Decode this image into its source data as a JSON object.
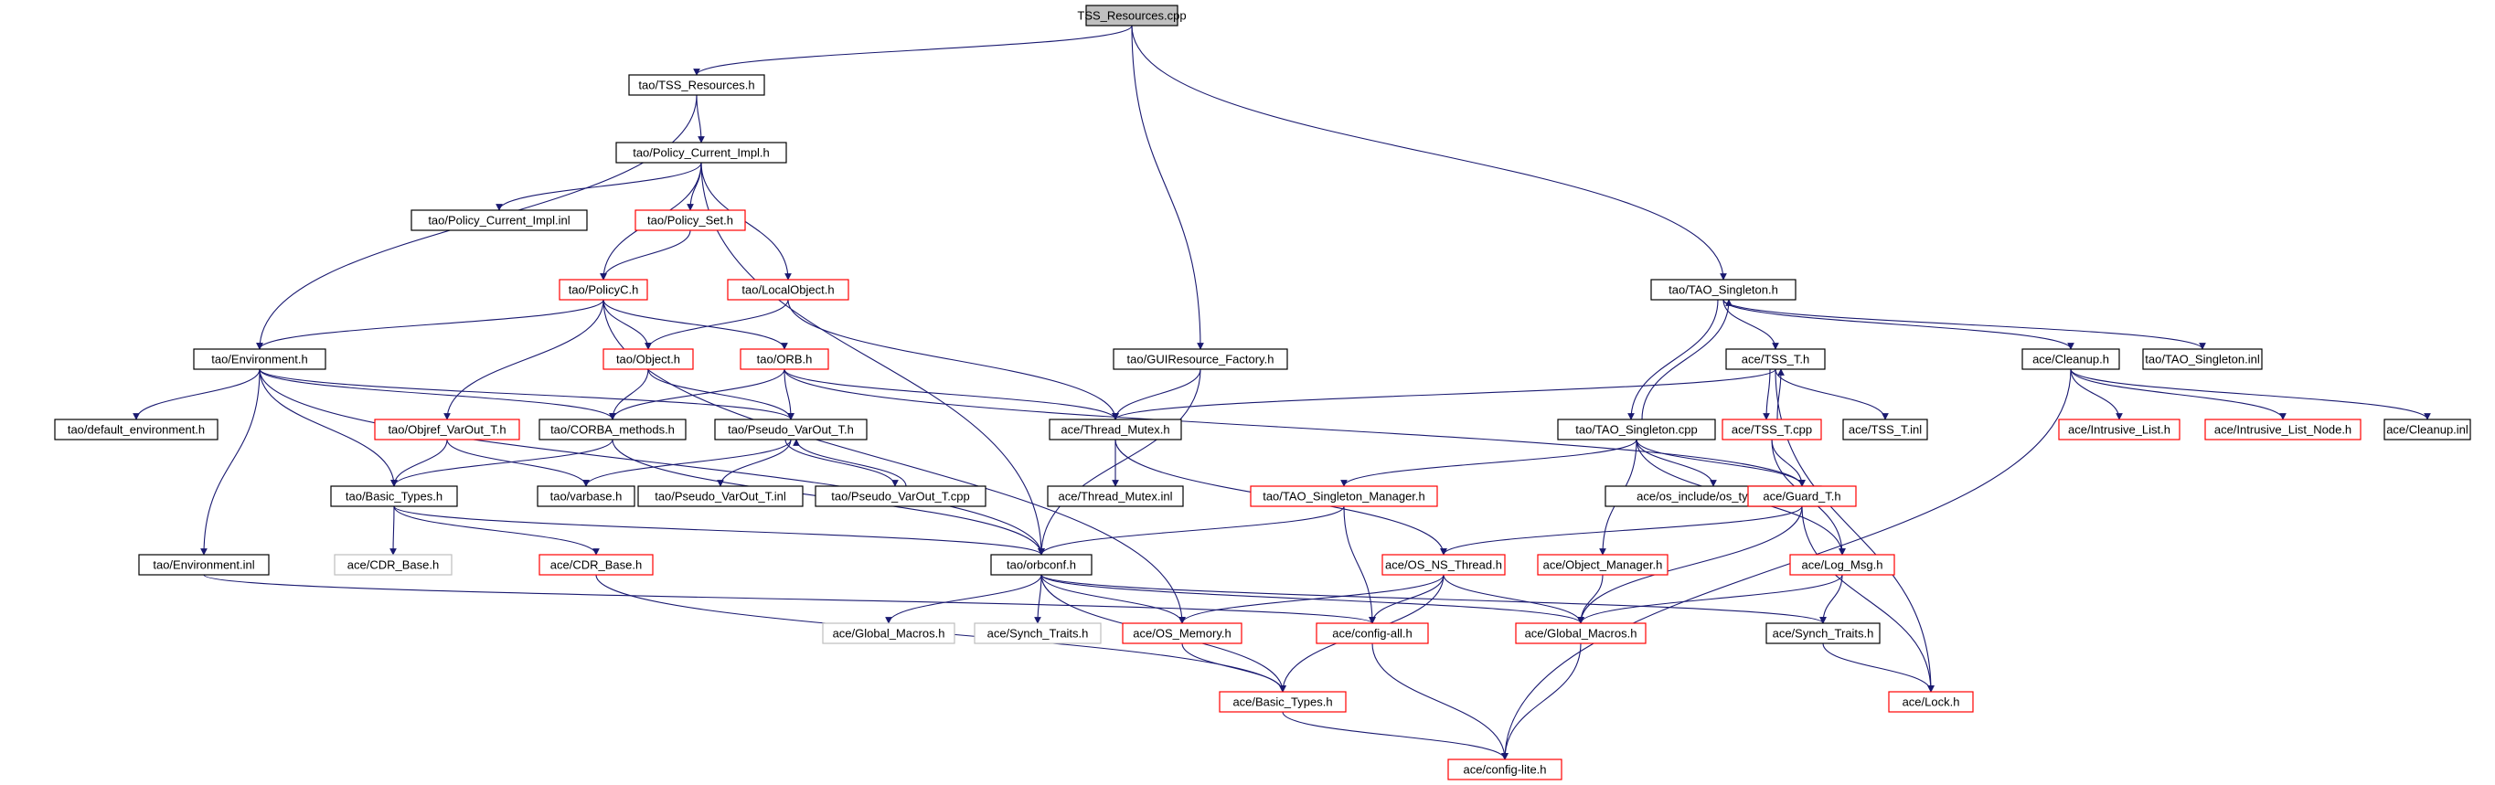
{
  "diagram": {
    "colors": {
      "edge": "#191970",
      "root_fill": "#bfbfbf",
      "documented_border": "#000000",
      "undocumented_border": "#ff0000",
      "external_border": "#bfbfbf"
    },
    "nodes": [
      {
        "id": "n0",
        "label": "TSS_Resources.cpp",
        "kind": "root"
      },
      {
        "id": "n1",
        "label": "tao/TSS_Resources.h",
        "kind": "black"
      },
      {
        "id": "n2",
        "label": "tao/Policy_Current_Impl.h",
        "kind": "black"
      },
      {
        "id": "n3",
        "label": "tao/Policy_Current_Impl.inl",
        "kind": "black"
      },
      {
        "id": "n4",
        "label": "tao/Policy_Set.h",
        "kind": "red"
      },
      {
        "id": "n5",
        "label": "tao/PolicyC.h",
        "kind": "red"
      },
      {
        "id": "n6",
        "label": "tao/LocalObject.h",
        "kind": "red"
      },
      {
        "id": "n7",
        "label": "tao/Environment.h",
        "kind": "black"
      },
      {
        "id": "n8",
        "label": "tao/Object.h",
        "kind": "red"
      },
      {
        "id": "n9",
        "label": "tao/ORB.h",
        "kind": "red"
      },
      {
        "id": "n10",
        "label": "tao/default_environment.h",
        "kind": "black"
      },
      {
        "id": "n11",
        "label": "tao/Objref_VarOut_T.h",
        "kind": "red"
      },
      {
        "id": "n12",
        "label": "tao/CORBA_methods.h",
        "kind": "black"
      },
      {
        "id": "n13",
        "label": "tao/Pseudo_VarOut_T.h",
        "kind": "black"
      },
      {
        "id": "n14",
        "label": "tao/Basic_Types.h",
        "kind": "black"
      },
      {
        "id": "n15",
        "label": "tao/varbase.h",
        "kind": "black"
      },
      {
        "id": "n16",
        "label": "tao/Pseudo_VarOut_T.inl",
        "kind": "black"
      },
      {
        "id": "n17",
        "label": "tao/Pseudo_VarOut_T.cpp",
        "kind": "black"
      },
      {
        "id": "n18",
        "label": "tao/Environment.inl",
        "kind": "black"
      },
      {
        "id": "n19",
        "label": "ace/CDR_Base.h",
        "kind": "gray"
      },
      {
        "id": "n20",
        "label": "ace/CDR_Base.h",
        "kind": "red"
      },
      {
        "id": "n21",
        "label": "tao/GUIResource_Factory.h",
        "kind": "black"
      },
      {
        "id": "n22",
        "label": "ace/Thread_Mutex.h",
        "kind": "black"
      },
      {
        "id": "n23",
        "label": "ace/Thread_Mutex.inl",
        "kind": "black"
      },
      {
        "id": "n24",
        "label": "tao/orbconf.h",
        "kind": "black"
      },
      {
        "id": "n25",
        "label": "ace/Global_Macros.h",
        "kind": "gray"
      },
      {
        "id": "n26",
        "label": "ace/Synch_Traits.h",
        "kind": "gray"
      },
      {
        "id": "n27",
        "label": "ace/OS_Memory.h",
        "kind": "red"
      },
      {
        "id": "n28",
        "label": "ace/config-all.h",
        "kind": "red"
      },
      {
        "id": "n29",
        "label": "ace/Global_Macros.h",
        "kind": "red"
      },
      {
        "id": "n30",
        "label": "ace/Basic_Types.h",
        "kind": "red"
      },
      {
        "id": "n31",
        "label": "ace/config-lite.h",
        "kind": "red"
      },
      {
        "id": "n32",
        "label": "tao/TAO_Singleton.h",
        "kind": "black"
      },
      {
        "id": "n33",
        "label": "ace/TSS_T.h",
        "kind": "black"
      },
      {
        "id": "n34",
        "label": "tao/TAO_Singleton.cpp",
        "kind": "black"
      },
      {
        "id": "n35",
        "label": "ace/TSS_T.cpp",
        "kind": "red"
      },
      {
        "id": "n36",
        "label": "ace/TSS_T.inl",
        "kind": "black"
      },
      {
        "id": "n37",
        "label": "tao/TAO_Singleton_Manager.h",
        "kind": "red"
      },
      {
        "id": "n38",
        "label": "ace/os_include/os_typeinfo.h",
        "kind": "black"
      },
      {
        "id": "n39",
        "label": "ace/Guard_T.h",
        "kind": "red"
      },
      {
        "id": "n40",
        "label": "ace/OS_NS_Thread.h",
        "kind": "red"
      },
      {
        "id": "n41",
        "label": "ace/Object_Manager.h",
        "kind": "red"
      },
      {
        "id": "n42",
        "label": "ace/Log_Msg.h",
        "kind": "red"
      },
      {
        "id": "n43",
        "label": "ace/Synch_Traits.h",
        "kind": "black"
      },
      {
        "id": "n44",
        "label": "ace/Lock.h",
        "kind": "red"
      },
      {
        "id": "n45",
        "label": "ace/Cleanup.h",
        "kind": "black"
      },
      {
        "id": "n46",
        "label": "tao/TAO_Singleton.inl",
        "kind": "black"
      },
      {
        "id": "n47",
        "label": "ace/Intrusive_List.h",
        "kind": "red"
      },
      {
        "id": "n48",
        "label": "ace/Intrusive_List_Node.h",
        "kind": "red"
      },
      {
        "id": "n49",
        "label": "ace/Cleanup.inl",
        "kind": "black"
      }
    ]
  }
}
